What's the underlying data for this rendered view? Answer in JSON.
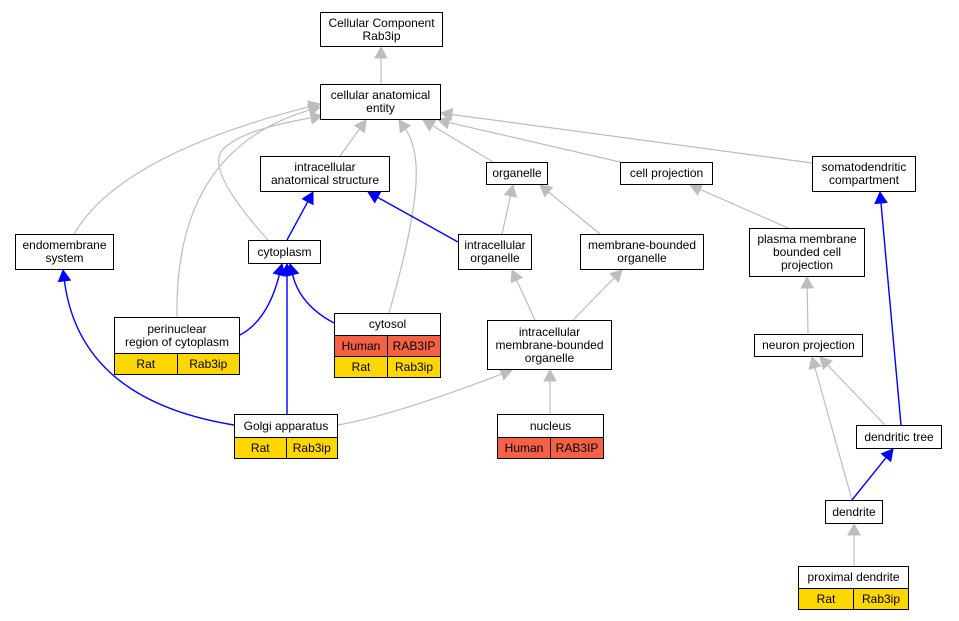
{
  "colors": {
    "is_a_edge": "#bdbdbd",
    "part_of_edge": "#0000ff",
    "rat_annotation": "#ffd700",
    "human_annotation": "#f56145",
    "node_border": "#000000"
  },
  "nodes": {
    "root": {
      "label": "Cellular Component\nRab3ip"
    },
    "cae": {
      "label": "cellular anatomical\nentity"
    },
    "ias": {
      "label": "intracellular\nanatomical structure"
    },
    "organelle": {
      "label": "organelle"
    },
    "cellproj": {
      "label": "cell projection"
    },
    "somato": {
      "label": "somatodendritic\ncompartment"
    },
    "endomem": {
      "label": "endomembrane\nsystem"
    },
    "cytoplasm": {
      "label": "cytoplasm"
    },
    "intraorg": {
      "label": "intracellular\norganelle"
    },
    "membound": {
      "label": "membrane-bounded\norganelle"
    },
    "pmbcp": {
      "label": "plasma membrane\nbounded cell\nprojection"
    },
    "perinuclear": {
      "label": "perinuclear\nregion of cytoplasm",
      "annotations": [
        {
          "rows": [
            "Rat",
            "Rab3ip"
          ],
          "kind": "rat"
        }
      ]
    },
    "cytosol": {
      "label": "cytosol",
      "annotations": [
        {
          "rows": [
            "Human",
            "RAB3IP"
          ],
          "kind": "human"
        },
        {
          "rows": [
            "Rat",
            "Rab3ip"
          ],
          "kind": "rat"
        }
      ]
    },
    "imbo": {
      "label": "intracellular\nmembrane-bounded\norganelle"
    },
    "neuronproj": {
      "label": "neuron projection"
    },
    "golgi": {
      "label": "Golgi apparatus",
      "annotations": [
        {
          "rows": [
            "Rat",
            "Rab3ip"
          ],
          "kind": "rat"
        }
      ]
    },
    "nucleus": {
      "label": "nucleus",
      "annotations": [
        {
          "rows": [
            "Human",
            "RAB3IP"
          ],
          "kind": "human"
        }
      ]
    },
    "dendtree": {
      "label": "dendritic tree"
    },
    "dendrite": {
      "label": "dendrite"
    },
    "proxdend": {
      "label": "proximal dendrite",
      "annotations": [
        {
          "rows": [
            "Rat",
            "Rab3ip"
          ],
          "kind": "rat"
        }
      ]
    }
  },
  "edges": [
    {
      "from": "cae",
      "to": "root",
      "type": "is_a"
    },
    {
      "from": "ias",
      "to": "cae",
      "type": "is_a"
    },
    {
      "from": "organelle",
      "to": "cae",
      "type": "is_a"
    },
    {
      "from": "cellproj",
      "to": "cae",
      "type": "is_a"
    },
    {
      "from": "somato",
      "to": "cae",
      "type": "is_a"
    },
    {
      "from": "endomem",
      "to": "cae",
      "type": "is_a"
    },
    {
      "from": "perinuclear",
      "to": "cae",
      "type": "is_a"
    },
    {
      "from": "cytoplasm",
      "to": "cae",
      "type": "is_a"
    },
    {
      "from": "cytosol",
      "to": "cae",
      "type": "is_a"
    },
    {
      "from": "cytoplasm",
      "to": "ias",
      "type": "part_of"
    },
    {
      "from": "intraorg",
      "to": "ias",
      "type": "part_of"
    },
    {
      "from": "intraorg",
      "to": "organelle",
      "type": "is_a"
    },
    {
      "from": "membound",
      "to": "organelle",
      "type": "is_a"
    },
    {
      "from": "pmbcp",
      "to": "cellproj",
      "type": "is_a"
    },
    {
      "from": "dendtree",
      "to": "somato",
      "type": "part_of"
    },
    {
      "from": "golgi",
      "to": "endomem",
      "type": "part_of"
    },
    {
      "from": "perinuclear",
      "to": "cytoplasm",
      "type": "part_of"
    },
    {
      "from": "golgi",
      "to": "cytoplasm",
      "type": "part_of"
    },
    {
      "from": "cytosol",
      "to": "cytoplasm",
      "type": "part_of"
    },
    {
      "from": "imbo",
      "to": "intraorg",
      "type": "is_a"
    },
    {
      "from": "imbo",
      "to": "membound",
      "type": "is_a"
    },
    {
      "from": "golgi",
      "to": "imbo",
      "type": "is_a"
    },
    {
      "from": "nucleus",
      "to": "imbo",
      "type": "is_a"
    },
    {
      "from": "neuronproj",
      "to": "pmbcp",
      "type": "is_a"
    },
    {
      "from": "dendtree",
      "to": "neuronproj",
      "type": "is_a"
    },
    {
      "from": "dendrite",
      "to": "neuronproj",
      "type": "is_a"
    },
    {
      "from": "dendrite",
      "to": "dendtree",
      "type": "part_of"
    },
    {
      "from": "proxdend",
      "to": "dendrite",
      "type": "is_a"
    }
  ]
}
